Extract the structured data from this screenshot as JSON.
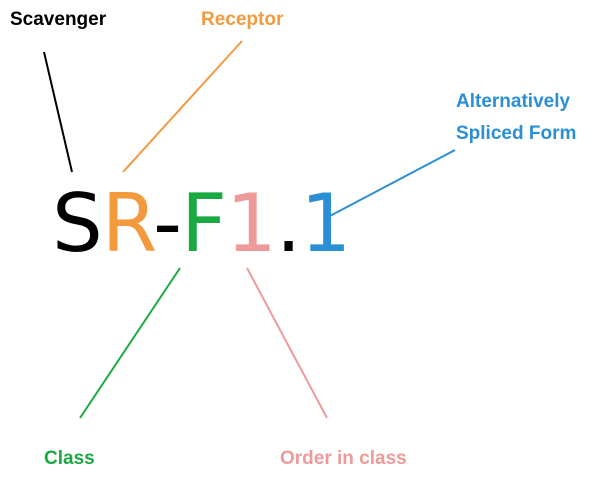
{
  "code": {
    "chars": [
      {
        "text": "S",
        "color": "#000000"
      },
      {
        "text": "R",
        "color": "#f39a3e"
      },
      {
        "text": "-",
        "color": "#000000"
      },
      {
        "text": "F",
        "color": "#1aa843"
      },
      {
        "text": "1",
        "color": "#ef9a9a"
      },
      {
        "text": ".",
        "color": "#000000"
      },
      {
        "text": "1",
        "color": "#2b8fd6"
      }
    ]
  },
  "labels": {
    "scavenger": {
      "text": "Scavenger",
      "color": "#000000"
    },
    "receptor": {
      "text": "Receptor",
      "color": "#f39a3e"
    },
    "alt_line1": {
      "text": "Alternatively",
      "color": "#2b8fd6"
    },
    "alt_line2": {
      "text": "Spliced Form",
      "color": "#2b8fd6"
    },
    "class": {
      "text": "Class",
      "color": "#1aa843"
    },
    "order": {
      "text": "Order in class",
      "color": "#ef9a9a"
    }
  }
}
